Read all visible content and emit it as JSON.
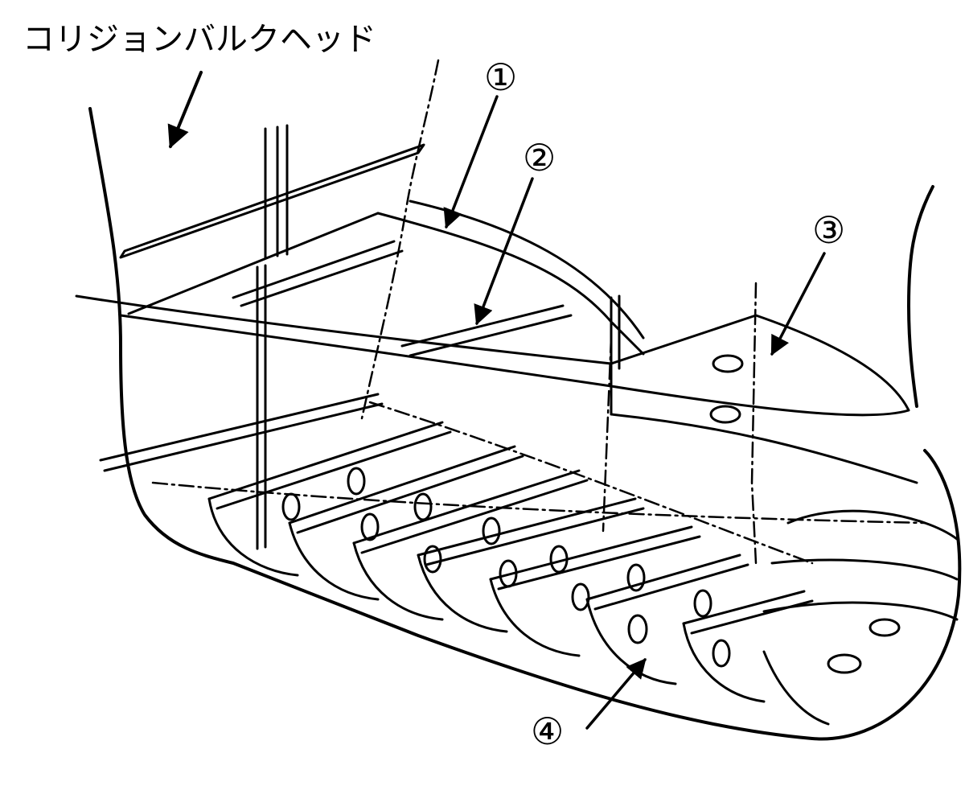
{
  "title": "コリジョンバルクヘッド",
  "callouts": [
    {
      "id": "1",
      "label": "①"
    },
    {
      "id": "2",
      "label": "②"
    },
    {
      "id": "3",
      "label": "③"
    },
    {
      "id": "4",
      "label": "④"
    }
  ],
  "colors": {
    "line": "#000000",
    "background": "#ffffff"
  }
}
